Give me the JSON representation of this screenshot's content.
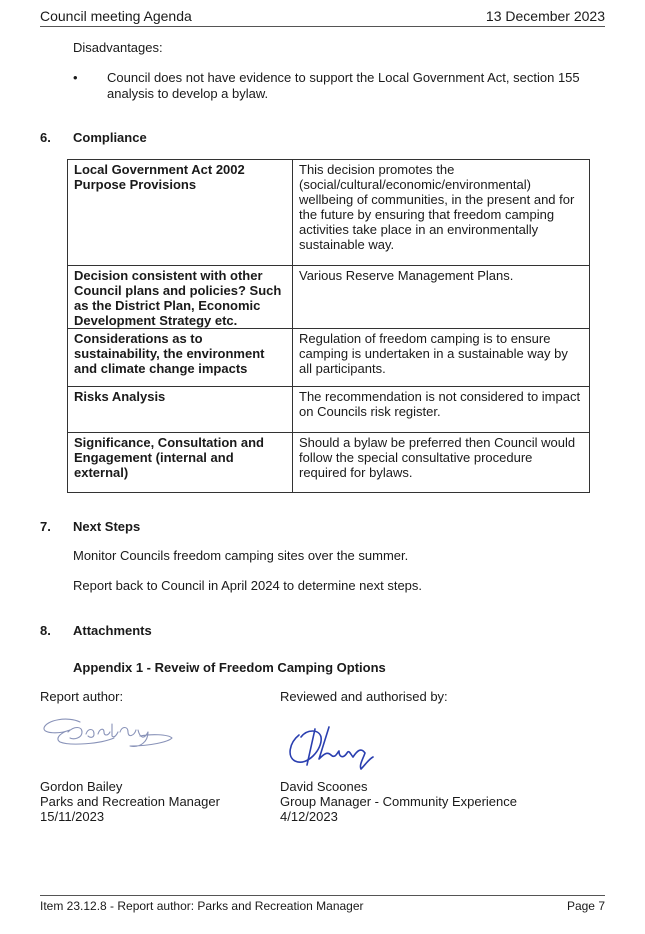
{
  "header": {
    "title": "Council meeting Agenda",
    "date": "13 December 2023"
  },
  "disadvantages": {
    "label": "Disadvantages:",
    "bullet_symbol": "•",
    "items": [
      "Council does not have evidence to support the Local Government Act, section 155 analysis to develop a bylaw."
    ]
  },
  "compliance": {
    "number": "6.",
    "title": "Compliance",
    "rows": [
      {
        "key": "Local Government Act 2002 Purpose Provisions",
        "value": "This decision promotes the (social/cultural/economic/environmental) wellbeing of communities, in the present and for the future by ensuring that freedom camping activities take place in an environmentally sustainable way."
      },
      {
        "key": "Decision consistent with other Council plans and policies? Such as the District Plan, Economic Development Strategy etc.",
        "value": "Various Reserve Management Plans."
      },
      {
        "key": "Considerations as to sustainability, the environment and climate change impacts",
        "value": "Regulation of freedom camping is to ensure camping is undertaken in a sustainable way by all participants."
      },
      {
        "key": "Risks Analysis",
        "value": "The recommendation is not considered to impact on Councils risk register."
      },
      {
        "key": "Significance, Consultation and Engagement (internal and external)",
        "value": "Should a bylaw be preferred then Council would follow the special consultative procedure required for bylaws."
      }
    ]
  },
  "next_steps": {
    "number": "7.",
    "title": "Next Steps",
    "paragraphs": [
      "Monitor Councils freedom camping sites over the summer.",
      "Report back to Council in April 2024 to determine next steps."
    ]
  },
  "attachments": {
    "number": "8.",
    "title": "Attachments",
    "appendix": "Appendix 1 -  Reveiw of Freedom Camping Options"
  },
  "signatures": {
    "author_label": "Report author:",
    "reviewer_label": "Reviewed and authorised by:",
    "author": {
      "name": "Gordon Bailey",
      "role": "Parks and Recreation Manager",
      "date": "15/11/2023"
    },
    "reviewer": {
      "name": "David Scoones",
      "role": "Group Manager - Community Experience",
      "date": "4/12/2023"
    },
    "ink_color": "#2a3fb0"
  },
  "footer": {
    "item": "Item 23.12.8 - Report author: Parks and Recreation Manager",
    "page": "Page 7"
  }
}
